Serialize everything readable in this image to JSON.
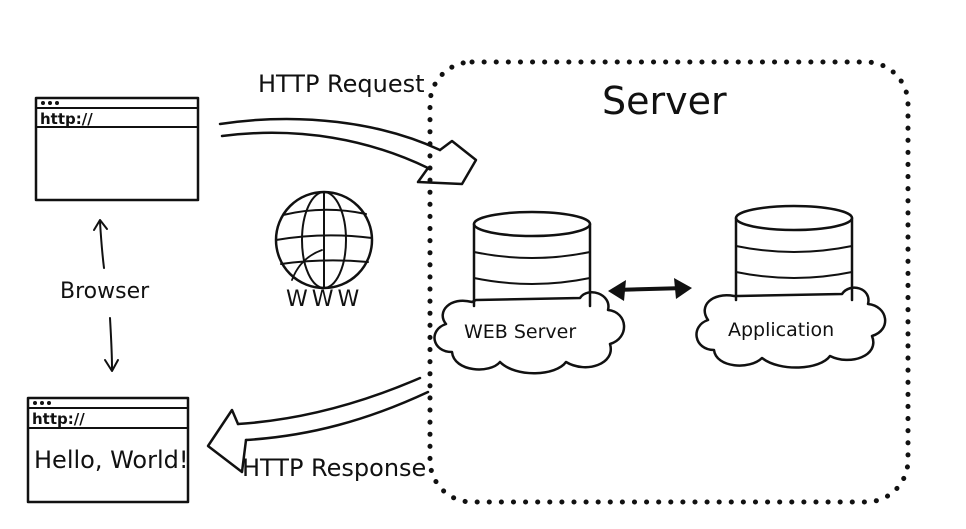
{
  "labels": {
    "http_request": "HTTP Request",
    "http_response": "HTTP Response",
    "server": "Server",
    "browser": "Browser",
    "www": "WWW",
    "web_server": "WEB Server",
    "application": "Application",
    "url_top": "http://",
    "url_bottom": "http://",
    "hello_world": "Hello, World!"
  },
  "colors": {
    "ink": "#111111",
    "background": "#ffffff"
  }
}
